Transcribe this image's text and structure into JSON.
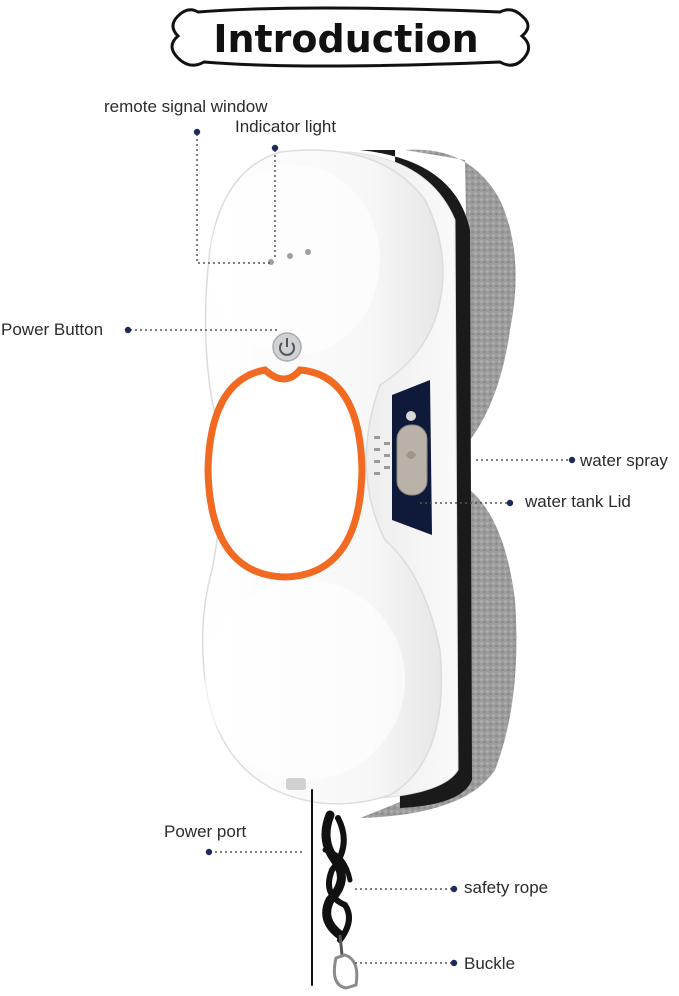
{
  "title": "Introduction",
  "labels": {
    "remote_signal_window": "remote signal window",
    "indicator_light": "Indicator light",
    "power_button": "Power Button",
    "water_spray": "water spray",
    "water_tank_lid": "water tank Lid",
    "power_port": "Power port",
    "safety_rope": "safety rope",
    "buckle": "Buckle"
  },
  "colors": {
    "ring": "#f26a21",
    "body": "#ffffff",
    "pad": "#9a9a9a",
    "leader": "#555555",
    "dot": "#1e2a5a"
  }
}
